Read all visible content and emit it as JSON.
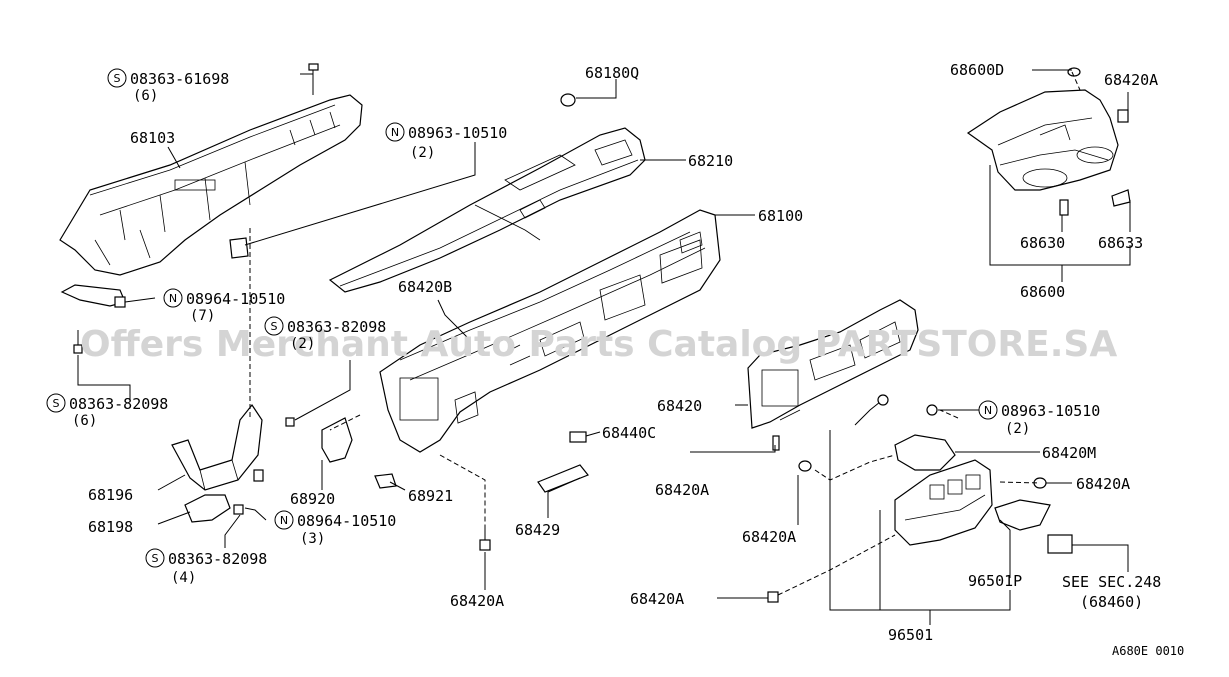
{
  "watermark": "Offers Merchant Auto Parts Catalog PARTSTORE.SA",
  "diagram_code": "A680E 0010",
  "labels": {
    "p68103": "68103",
    "p68180q": "68180Q",
    "p68210": "68210",
    "p68100": "68100",
    "p68420b": "68420B",
    "p68600d": "68600D",
    "p68420a_tr": "68420A",
    "p68630": "68630",
    "p68633": "68633",
    "p68600": "68600",
    "p68420": "68420",
    "p68420a_1": "68420A",
    "p68420a_2": "68420A",
    "p68420a_3": "68420A",
    "p68420a_4": "68420A",
    "p68420m": "68420M",
    "p68440c": "68440C",
    "p68429": "68429",
    "p68920": "68920",
    "p68921": "68921",
    "p68196": "68196",
    "p68198": "68198",
    "p96501p": "96501P",
    "p96501": "96501",
    "see_sec": "SEE SEC.248",
    "see_sec_part": "(68460)"
  },
  "fasteners": {
    "f1": {
      "symbol": "S",
      "code": "08363-61698",
      "qty": "(6)"
    },
    "f2": {
      "symbol": "N",
      "code": "08963-10510",
      "qty": "(2)"
    },
    "f3": {
      "symbol": "N",
      "code": "08964-10510",
      "qty": "(7)"
    },
    "f4": {
      "symbol": "S",
      "code": "08363-82098",
      "qty": "(2)"
    },
    "f5": {
      "symbol": "S",
      "code": "08363-82098",
      "qty": "(6)"
    },
    "f6": {
      "symbol": "N",
      "code": "08964-10510",
      "qty": "(3)"
    },
    "f7": {
      "symbol": "S",
      "code": "08363-82098",
      "qty": "(4)"
    },
    "f8": {
      "symbol": "N",
      "code": "08963-10510",
      "qty": "(2)"
    }
  },
  "icons": [
    "screw-icon",
    "bolt-icon",
    "clip-icon",
    "nut-icon"
  ]
}
